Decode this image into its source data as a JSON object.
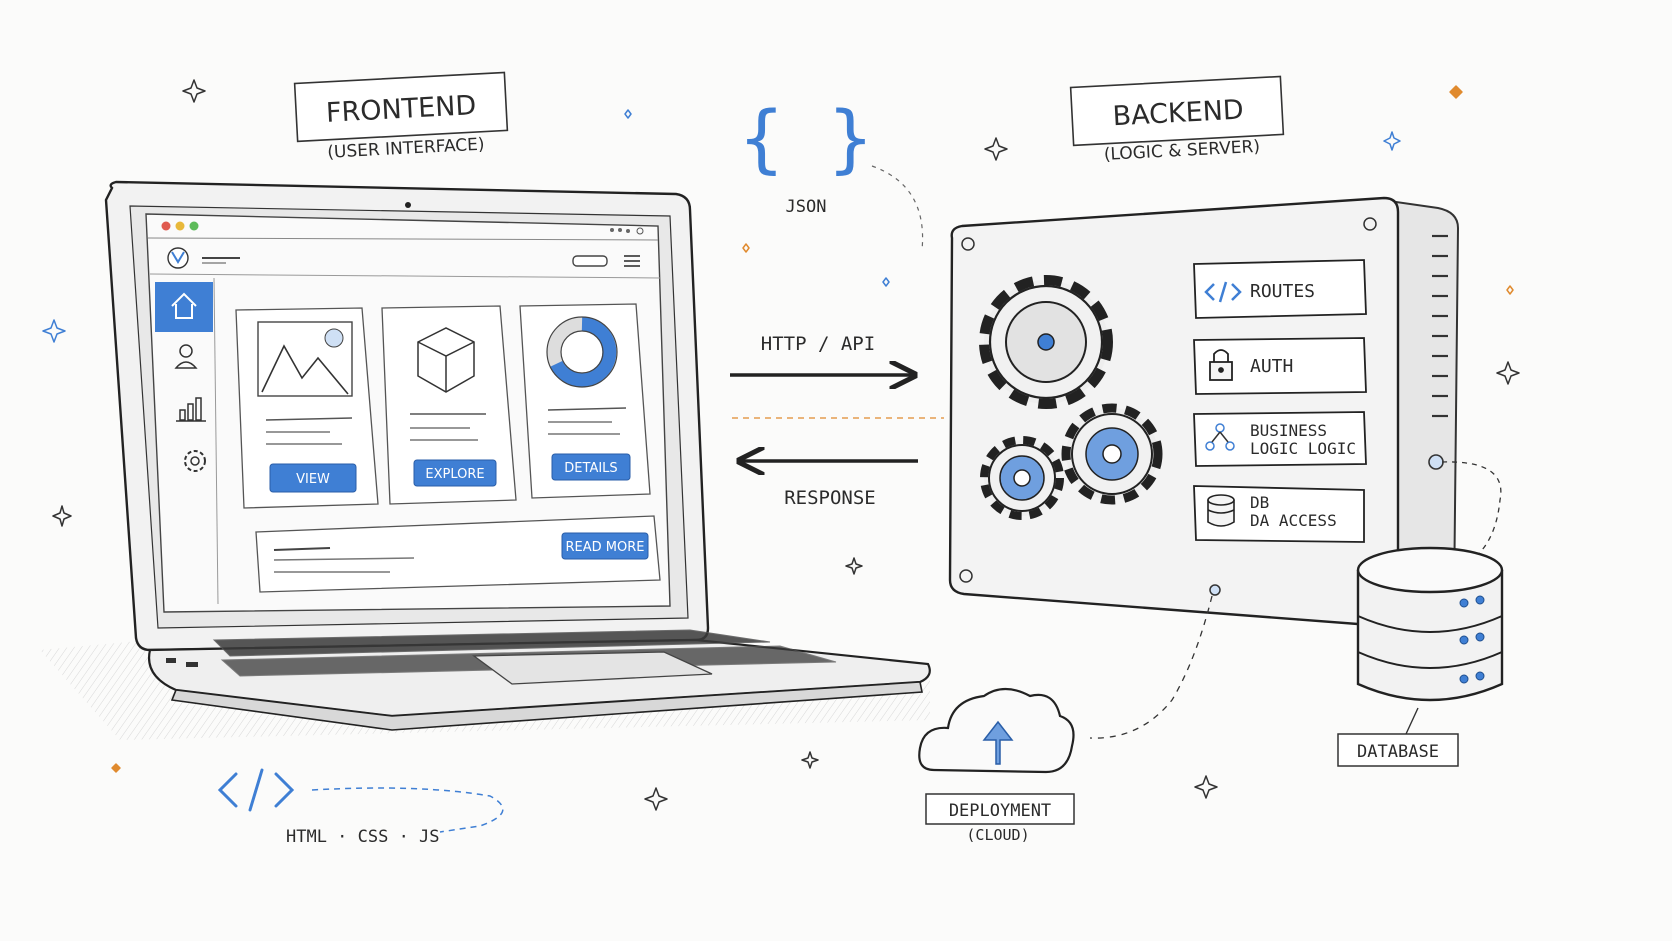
{
  "frontend": {
    "title": "FRONTEND",
    "subtitle": "(USER INTERFACE)",
    "cards": [
      {
        "button": "VIEW"
      },
      {
        "button": "EXPLORE"
      },
      {
        "button": "DETAILS"
      }
    ],
    "read_more": "READ MORE",
    "tech": "HTML · CSS · JS"
  },
  "middle": {
    "json_label": "JSON",
    "request_label": "HTTP / API",
    "response_label": "RESPONSE"
  },
  "backend": {
    "title": "BACKEND",
    "subtitle": "(LOGIC & SERVER)",
    "modules": [
      {
        "line1": "ROUTES",
        "line2": ""
      },
      {
        "line1": "AUTH",
        "line2": ""
      },
      {
        "line1": "BUSINESS",
        "line2": "LOGIC LOGIC"
      },
      {
        "line1": "DB",
        "line2": "DA ACCESS"
      }
    ]
  },
  "database": {
    "label": "DATABASE"
  },
  "deployment": {
    "label": "DEPLOYMENT",
    "sublabel": "(CLOUD)"
  },
  "colors": {
    "accent": "#3f7fd4",
    "ink": "#2b2b2b",
    "orange": "#e08a2e"
  }
}
